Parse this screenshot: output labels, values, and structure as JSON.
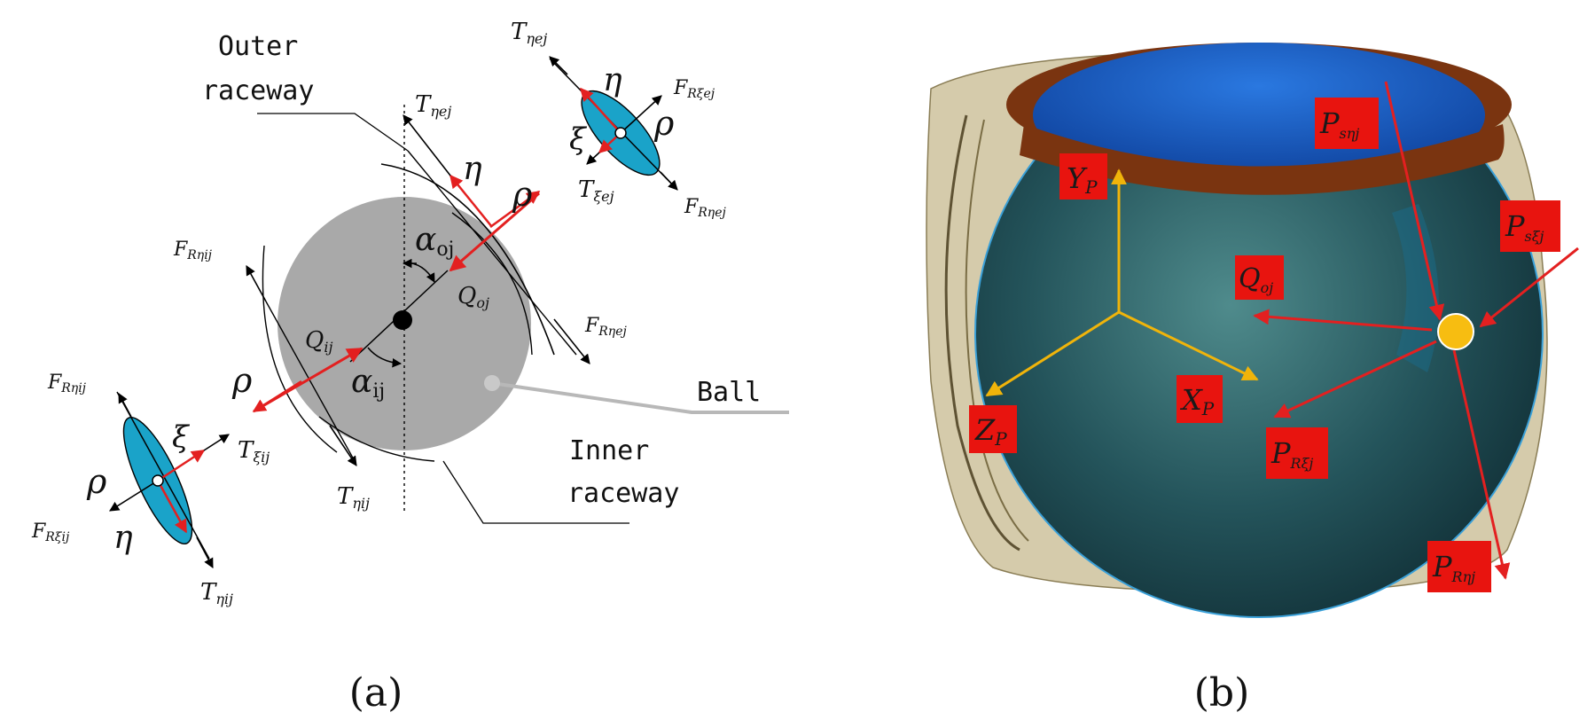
{
  "captions": {
    "a": "(a)",
    "b": "(b)"
  },
  "labels_a": {
    "outer_raceway_1": "Outer",
    "outer_raceway_2": "raceway",
    "inner_raceway_1": "Inner",
    "inner_raceway_2": "raceway",
    "ball": "Ball",
    "alpha_oj": "α",
    "alpha_oj_sub": "oj",
    "alpha_ij": "α",
    "alpha_ij_sub": "ij",
    "q_oj": "Q",
    "q_oj_sub": "oj",
    "q_ij": "Q",
    "q_ij_sub": "ij",
    "eta": "η",
    "rho": "ρ",
    "xi": "ξ",
    "t": "T",
    "f": "F",
    "sub_eta_ej": "ηej",
    "sub_xi_ej": "ξej",
    "sub_eta_ij": "ηij",
    "sub_xi_ij": "ξij",
    "sub_r_eta_ej": "Rηej",
    "sub_r_xi_ej": "Rξej",
    "sub_r_eta_ij": "Rηij",
    "sub_r_xi_ij": "Rξij"
  },
  "labels_b": {
    "y_axis": "Y",
    "x_axis": "X",
    "z_axis": "Z",
    "axis_sub": "P",
    "q_oj": "Q",
    "q_oj_sub": "oj",
    "p": "P",
    "p_s_eta_sub": "sηj",
    "p_s_xi_sub": "sξj",
    "p_r_xi_sub": "Rξj",
    "p_r_eta_sub": "Rηj"
  },
  "colors": {
    "force_red": "#e32020",
    "axis_yellow": "#f0b40a",
    "ball_grey": "#a9a9a9",
    "contact_teal": "#1aa3c9",
    "label_red_box": "#e8140f",
    "sphere_dark": "#1f4f56",
    "cap_blue": "#1558c4",
    "rim_brown": "#7a3410",
    "shell_tan": "#c7ba8f"
  }
}
